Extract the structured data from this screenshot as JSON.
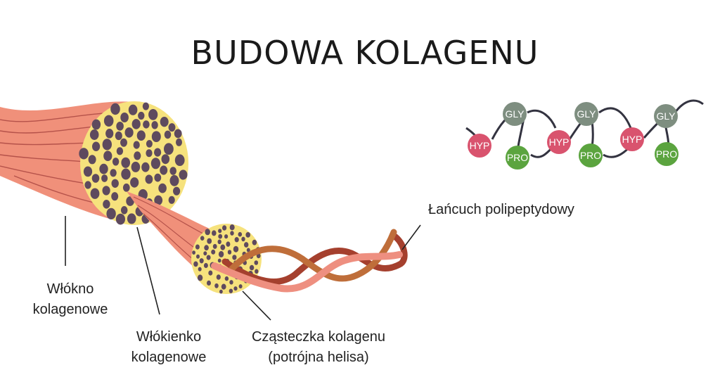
{
  "title": "BUDOWA KOLAGENU",
  "labels": {
    "chain": "Łańcuch polipeptydowy",
    "fiber_line1": "Włókno",
    "fiber_line2": "kolagenowe",
    "fibril_line1": "Włókienko",
    "fibril_line2": "kolagenowe",
    "molecule_line1": "Cząsteczka kolagenu",
    "molecule_line2": "(potrójna helisa)"
  },
  "amino_acids": {
    "gly": "GLY",
    "hyp": "HYP",
    "pro": "PRO"
  },
  "colors": {
    "fiber_salmon": "#F0907A",
    "fiber_line": "#B5524A",
    "cross_section_yellow": "#F6E27D",
    "cross_section_dot": "#5E4A5E",
    "helix_dark_red": "#A5402E",
    "helix_brown": "#BF6E3A",
    "helix_pink": "#EE8F80",
    "gly_gray": "#7E8E80",
    "hyp_pink": "#D9536E",
    "pro_green": "#5BA43F",
    "chain_line": "#333340"
  }
}
